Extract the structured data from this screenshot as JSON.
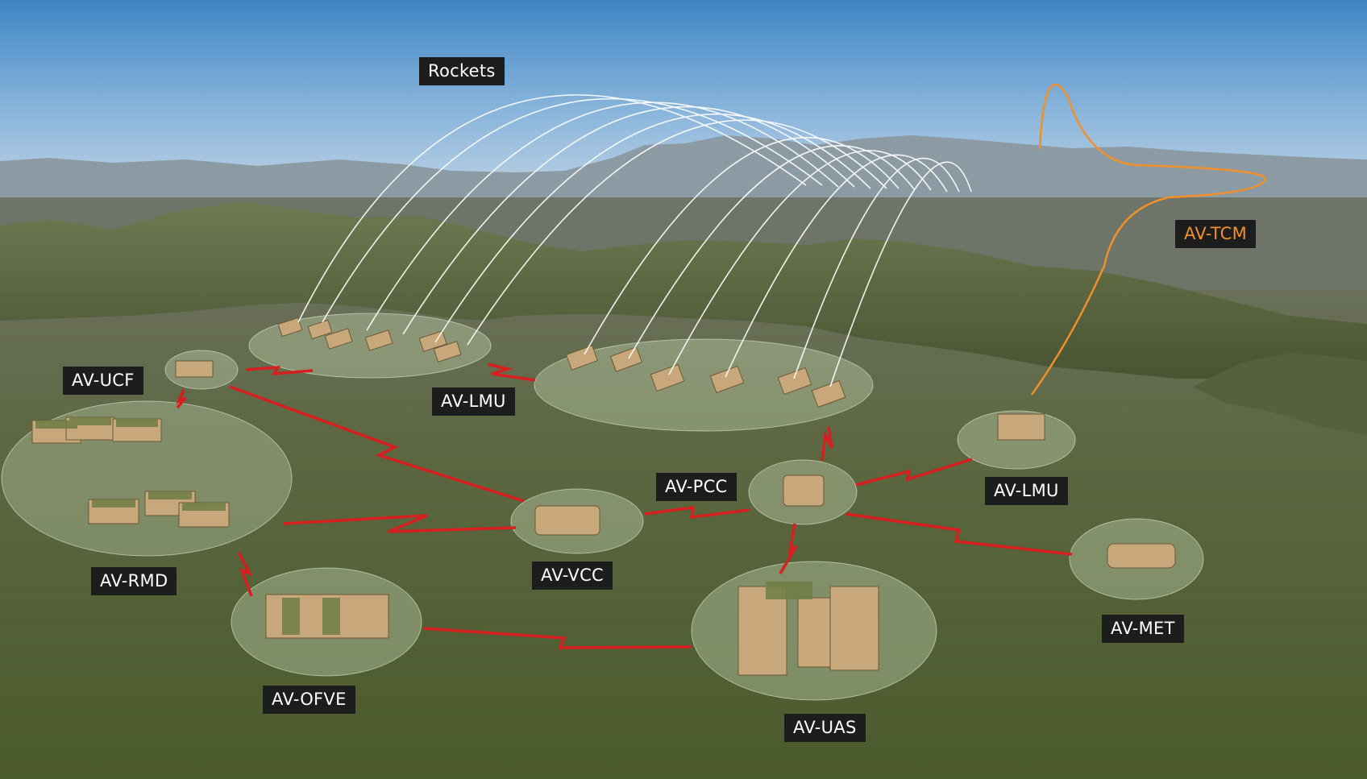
{
  "labels": {
    "rockets": "Rockets",
    "av_tcm": "AV-TCM",
    "av_ucf": "AV-UCF",
    "av_lmu_main": "AV-LMU",
    "av_lmu_right": "AV-LMU",
    "av_rmd": "AV-RMD",
    "av_pcc": "AV-PCC",
    "av_vcc": "AV-VCC",
    "av_met": "AV-MET",
    "av_ofve": "AV-OFVE",
    "av_uas": "AV-UAS"
  },
  "colors": {
    "link": "#d81e1e",
    "trajectory": "#ffffff",
    "tcm_path": "#f0902a",
    "label_bg": "#1d1d1d",
    "label_text": "#ffffff",
    "accent_text": "#f0902a"
  }
}
